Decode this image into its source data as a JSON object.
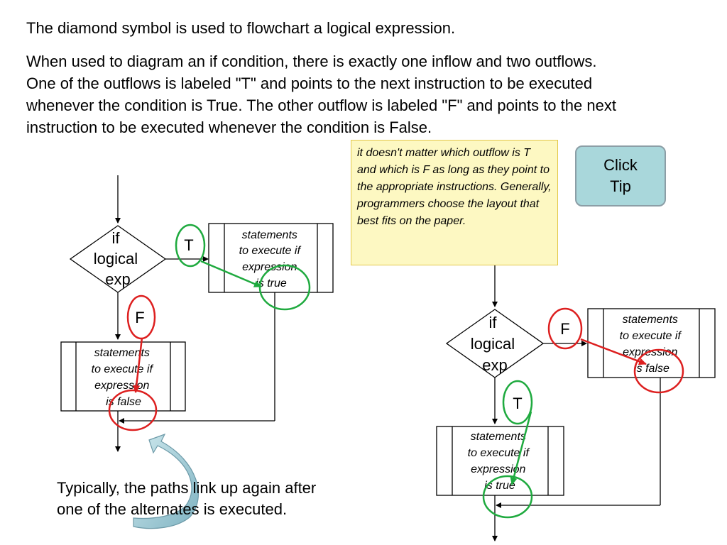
{
  "text": {
    "intro": "The diamond symbol is used to flowchart a logical expression.",
    "explanation": "When used to diagram an if condition, there is exactly one inflow and two outflows. One of the outflows is labeled \"T\" and points to the next instruction to be executed whenever the condition is True. The other outflow is labeled \"F\" and points to the next instruction to be executed whenever the condition is False.",
    "tip": "it doesn't matter which outflow is T and which is F as long as they point to the appropriate instructions. Generally, programmers choose the layout that best fits on the paper.",
    "caption": "Typically, the paths link up again after one of the alternates is executed."
  },
  "button": {
    "click_tip_line1": "Click",
    "click_tip_line2": "Tip"
  },
  "flowchart_left": {
    "decision": [
      "if",
      "logical",
      "exp"
    ],
    "true_label": "T",
    "false_label": "F",
    "true_box": [
      "statements",
      "to execute if",
      "expression",
      "is true"
    ],
    "false_box": [
      "statements",
      "to execute if",
      "expression",
      "is false"
    ]
  },
  "flowchart_right": {
    "decision": [
      "if",
      "logical",
      "exp"
    ],
    "true_label": "T",
    "false_label": "F",
    "false_box": [
      "statements",
      "to execute if",
      "expression",
      "is false"
    ],
    "true_box": [
      "statements",
      "to execute if",
      "expression",
      "is true"
    ]
  },
  "colors": {
    "true_marker": "#1faa3f",
    "false_marker": "#dd1f1f",
    "tip_bg": "#fdf8c2",
    "button_bg": "#a9d7db"
  }
}
